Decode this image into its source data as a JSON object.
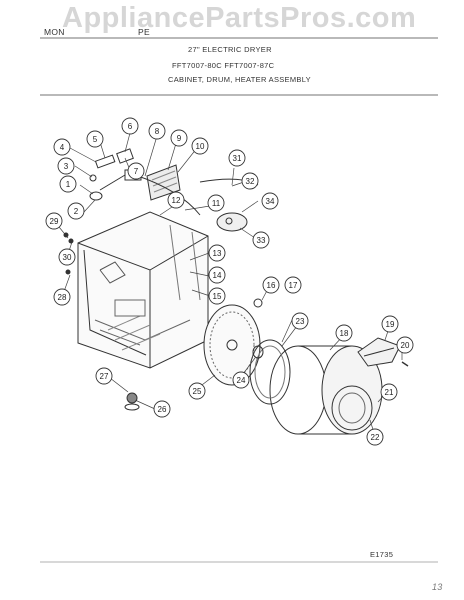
{
  "header": {
    "brand_partial": "MON",
    "model_partial": "PE",
    "title": "27\" ELECTRIC DRYER",
    "models": "FFT7007-80C   FFT7007-87C",
    "section": "CABINET, DRUM, HEATER ASSEMBLY"
  },
  "watermark": "AppliancePartsPros.com",
  "figure_id": "E1735",
  "page_marker": "13",
  "callouts": [
    "1",
    "2",
    "3",
    "4",
    "5",
    "6",
    "7",
    "8",
    "9",
    "10",
    "11",
    "12",
    "13",
    "14",
    "15",
    "16",
    "17",
    "18",
    "19",
    "20",
    "21",
    "22",
    "23",
    "24",
    "25",
    "26",
    "27",
    "28",
    "29",
    "30",
    "31",
    "32",
    "33",
    "34"
  ]
}
